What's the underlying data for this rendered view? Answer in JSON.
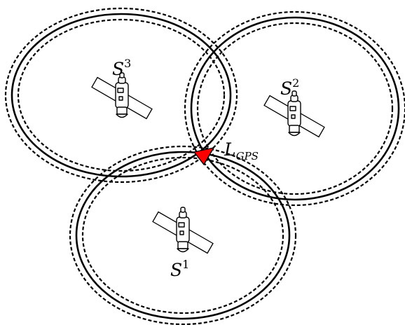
{
  "satellites": [
    {
      "label": "S",
      "index": "1"
    },
    {
      "label": "S",
      "index": "2"
    },
    {
      "label": "S",
      "index": "3"
    }
  ],
  "receiver": {
    "label": "L",
    "subscript": "GPS",
    "color": "#ff0000"
  }
}
